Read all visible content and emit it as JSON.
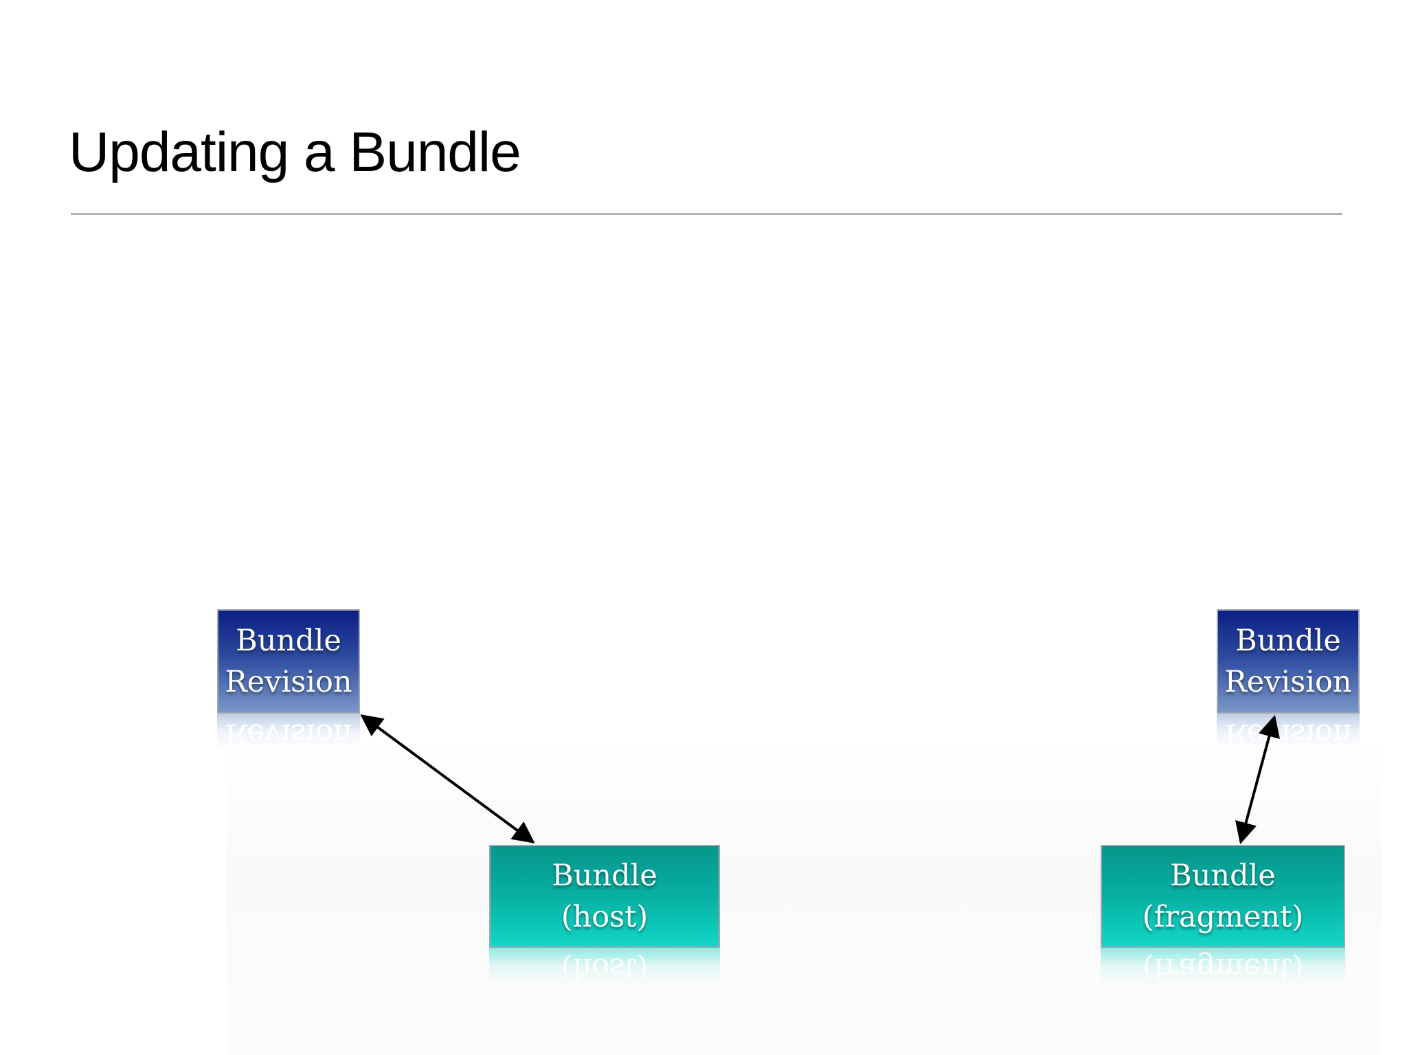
{
  "slide": {
    "title": "Updating a Bundle"
  },
  "colors": {
    "revision_top": "#0b1f86",
    "revision_bottom": "#7a97c8",
    "bundle_top": "#05968c",
    "bundle_bottom": "#12d7c6",
    "arrow": "#000000",
    "rule": "#b3b3b3"
  },
  "diagram": {
    "left_revision": {
      "line1": "Bundle",
      "line2": "Revision"
    },
    "host_bundle": {
      "line1": "Bundle",
      "line2": "(host)"
    },
    "right_revision": {
      "line1": "Bundle",
      "line2": "Revision"
    },
    "fragment_bundle": {
      "line1": "Bundle",
      "line2": "(fragment)"
    }
  }
}
